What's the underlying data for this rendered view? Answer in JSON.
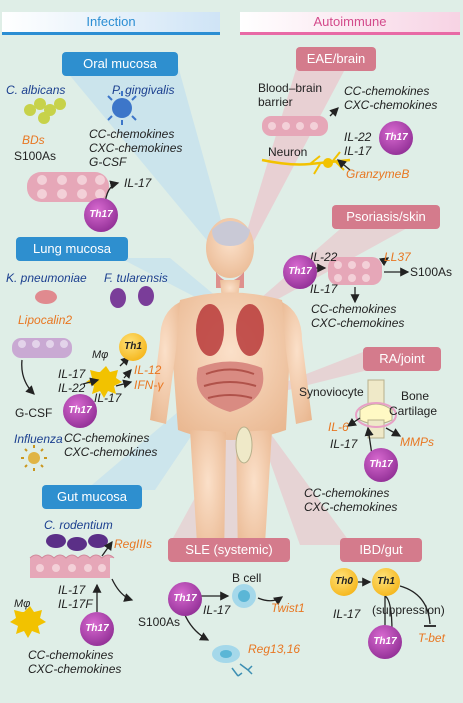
{
  "headers": {
    "infection": "Infection",
    "autoimmune": "Autoimmune"
  },
  "oral": {
    "title": "Oral mucosa",
    "c_albicans": "C. albicans",
    "p_gingivalis": "P. gingivalis",
    "bds": "BDs",
    "s100": "S100As",
    "cc": "CC-chemokines",
    "cxc": "CXC-chemokines",
    "gcsf": "G-CSF",
    "il17": "IL-17",
    "th17": "Th17"
  },
  "lung": {
    "title": "Lung mucosa",
    "k_pneumoniae": "K. pneumoniae",
    "f_tularensis": "F. tularensis",
    "lipocalin": "Lipocalin2",
    "th1": "Th1",
    "mphi": "Mφ",
    "il12": "IL-12",
    "ifng": "IFN-γ",
    "il17a": "IL-17",
    "il22": "IL-22",
    "il17b": "IL-17",
    "th17": "Th17",
    "gcsf": "G-CSF",
    "influenza": "Influenza",
    "cc": "CC-chemokines",
    "cxc": "CXC-chemokines"
  },
  "gut": {
    "title": "Gut mucosa",
    "c_rodentium": "C. rodentium",
    "reg": "RegIIIs",
    "il17": "IL-17",
    "il17f": "IL-17F",
    "s100": "S100As",
    "mphi": "Mφ",
    "th17": "Th17",
    "cc": "CC-chemokines",
    "cxc": "CXC-chemokines"
  },
  "eae": {
    "title": "EAE/brain",
    "bbb1": "Blood–brain",
    "bbb2": "barrier",
    "cc": "CC-chemokines",
    "cxc": "CXC-chemokines",
    "il22": "IL-22",
    "il17": "IL-17",
    "th17": "Th17",
    "neuron": "Neuron",
    "granzyme": "GranzymeB"
  },
  "psoriasis": {
    "title": "Psoriasis/skin",
    "il22": "IL-22",
    "ll37": "LL37",
    "th17": "Th17",
    "s100": "S100As",
    "il17": "IL-17",
    "cc": "CC-chemokines",
    "cxc": "CXC-chemokines"
  },
  "ra": {
    "title": "RA/joint",
    "synoviocyte": "Synoviocyte",
    "bone": "Bone",
    "cartilage": "Cartilage",
    "il6": "IL-6",
    "il17": "IL-17",
    "mmps": "MMPs",
    "th17": "Th17",
    "cc": "CC-chemokines",
    "cxc": "CXC-chemokines"
  },
  "sle": {
    "title": "SLE (systemic)",
    "bcell": "B cell",
    "th17": "Th17",
    "il17": "IL-17",
    "twist": "Twist1",
    "reg": "Reg13,16"
  },
  "ibd": {
    "title": "IBD/gut",
    "th0": "Th0",
    "th1": "Th1",
    "il17": "IL-17",
    "suppression": "(suppression)",
    "th17": "Th17",
    "tbet": "T-bet"
  },
  "colors": {
    "blue_header": "#2b8ed3",
    "pink_header": "#e86aa6",
    "blue_box": "#2e8fcf",
    "pink_box": "#d47b8c",
    "th17": "#9b2fa0",
    "orange_text": "#e87722",
    "blue_text": "#1b3f8f",
    "background": "#dfeee7"
  }
}
